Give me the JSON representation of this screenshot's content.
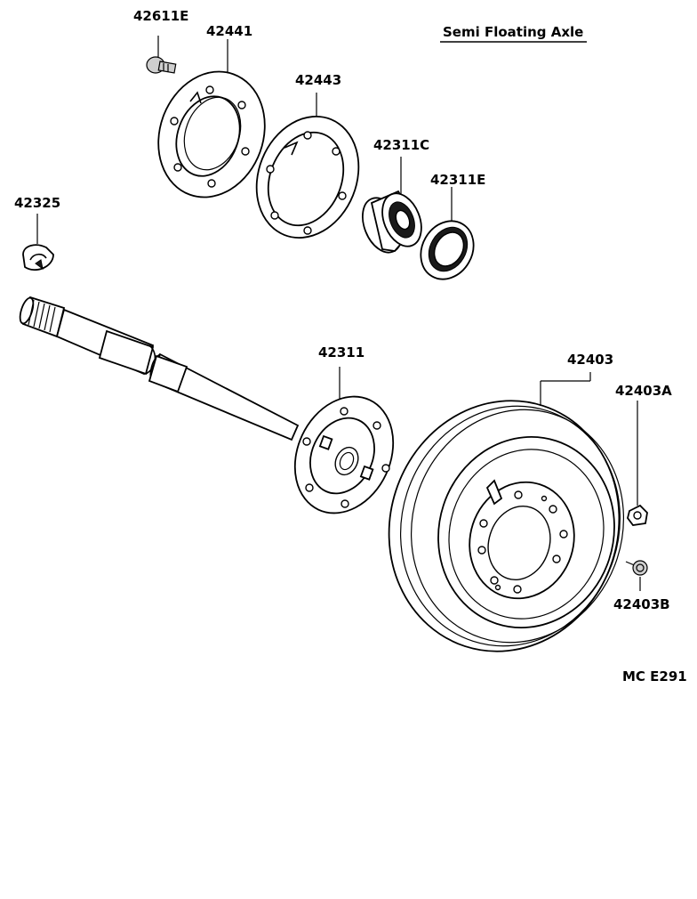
{
  "diagram": {
    "title": "Semi Floating Axle",
    "code": "MC  E291",
    "parts": {
      "p42611E": "42611E",
      "p42441": "42441",
      "p42443": "42443",
      "p42311C": "42311C",
      "p42311E": "42311E",
      "p42325": "42325",
      "p42311": "42311",
      "p42403": "42403",
      "p42403A": "42403A",
      "p42403B": "42403B"
    }
  }
}
